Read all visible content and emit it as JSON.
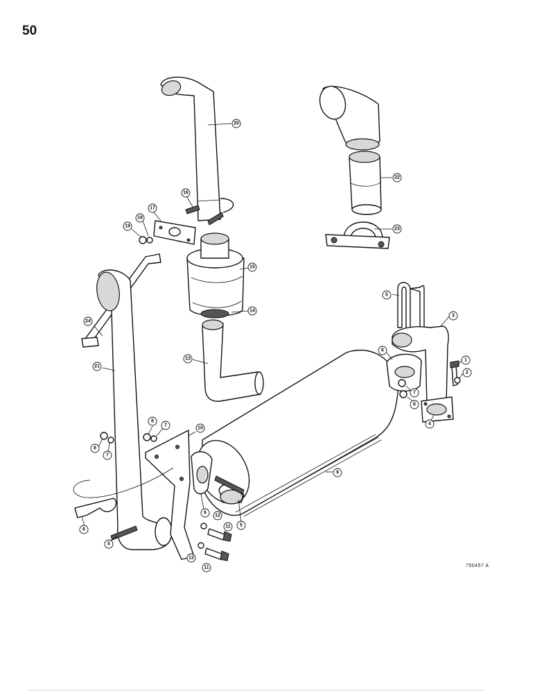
{
  "page": {
    "number": "50",
    "figure_code": "750457  A"
  },
  "callouts": {
    "c1": "1",
    "c2": "2",
    "c3": "3",
    "c4": "4",
    "c5a": "5",
    "c5b": "5",
    "c5c": "5",
    "c6a": "6",
    "c6b": "6",
    "c6c": "6",
    "c7a": "7",
    "c7b": "7",
    "c7c": "7",
    "c8a": "8",
    "c8b": "8",
    "c8c": "8",
    "c9": "9",
    "c10": "10",
    "c11a": "11",
    "c11b": "11",
    "c12a": "12",
    "c12b": "12",
    "c13": "13",
    "c14": "14",
    "c15": "15",
    "c16": "16",
    "c17": "17",
    "c18": "18",
    "c19": "19",
    "c20": "20",
    "c21": "21",
    "c22": "22",
    "c23": "23",
    "c24": "24"
  }
}
